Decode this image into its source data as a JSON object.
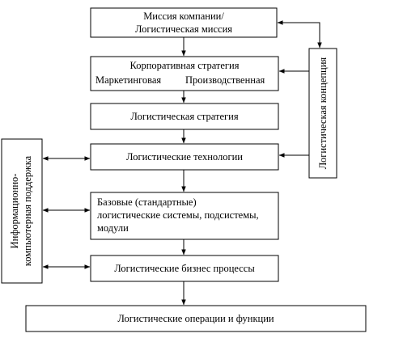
{
  "blocks": {
    "mission": {
      "line1": "Миссия компании/",
      "line2": "Логистическая миссия"
    },
    "corporate_strategy": {
      "title": "Корпоративная стратегия",
      "left": "Маркетинговая",
      "right": "Производственная"
    },
    "logistics_strategy": {
      "label": "Логистическая стратегия"
    },
    "logistics_technologies": {
      "label": "Логистические технологии"
    },
    "base_systems": {
      "line1": "Базовые (стандартные)",
      "line2": "логистические системы, подсистемы,",
      "line3": "модули"
    },
    "business_processes": {
      "label": "Логистические бизнес процессы"
    },
    "operations": {
      "label": "Логистические операции и функции"
    }
  },
  "side_blocks": {
    "logistics_concept": {
      "label": "Логистическая концепция"
    },
    "info_support": {
      "line1": "Информационно-",
      "line2": "компьютерная поддержка"
    }
  }
}
